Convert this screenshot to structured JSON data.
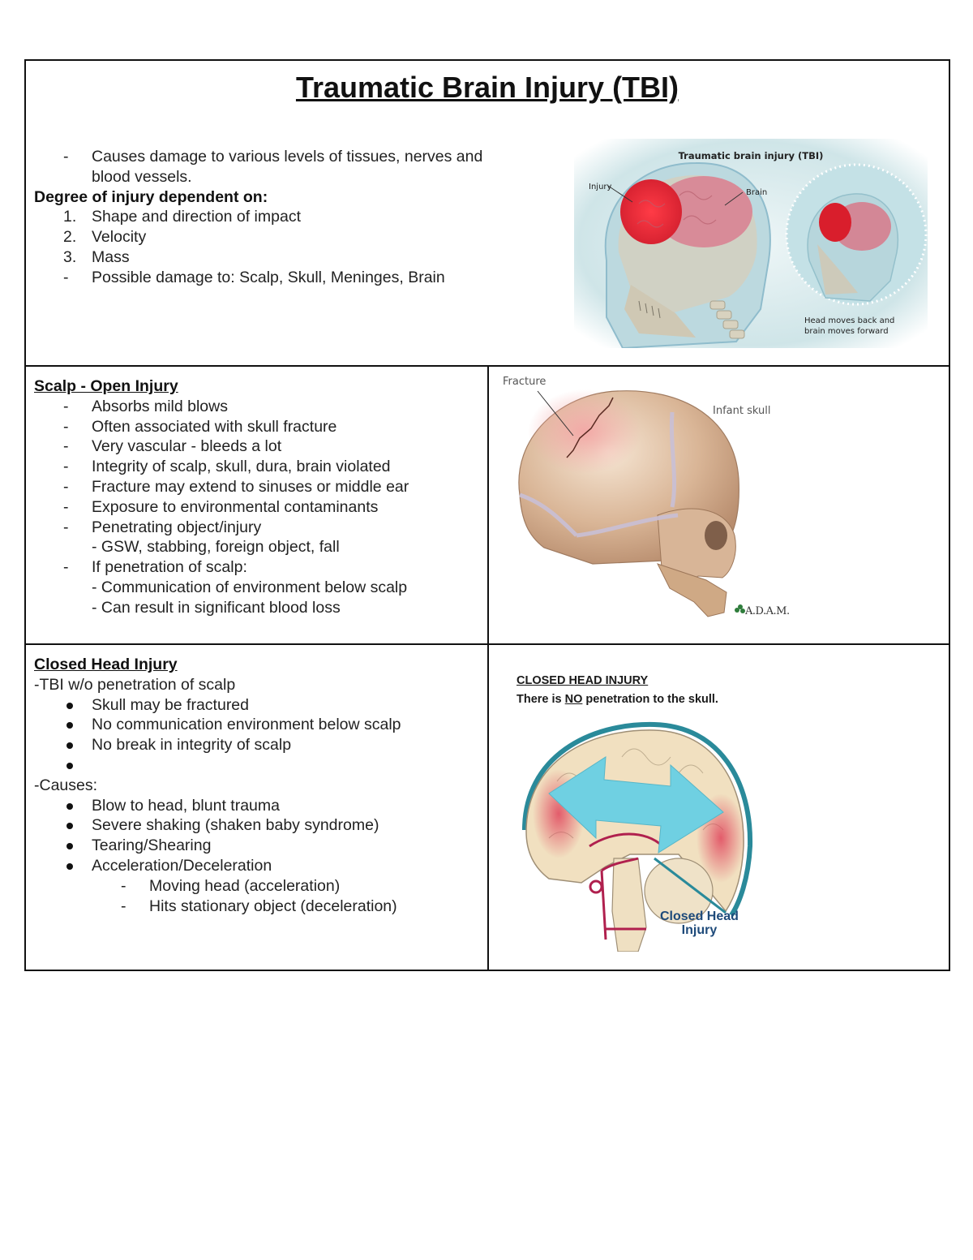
{
  "title": "Traumatic Brain Injury (TBI)",
  "section1": {
    "intro_marker": "-",
    "intro_line1": "Causes damage to various levels of tissues, nerves and",
    "intro_line2": "blood vessels.",
    "degree_label": "Degree of injury dependent on:",
    "numbered": [
      {
        "marker": "1.",
        "text": "Shape and direction of impact"
      },
      {
        "marker": "2.",
        "text": "Velocity"
      },
      {
        "marker": "3.",
        "text": "Mass"
      }
    ],
    "possible_marker": "-",
    "possible_damage": "Possible damage to: Scalp, Skull, Meninges, Brain",
    "figure": {
      "title": "Traumatic brain injury (TBI)",
      "label_injury": "Injury",
      "label_brain": "Brain",
      "caption_line1": "Head moves back and",
      "caption_line2": "brain moves forward"
    }
  },
  "section2": {
    "heading": "Scalp - Open Injury",
    "items": [
      {
        "marker": "-",
        "text": "Absorbs mild blows"
      },
      {
        "marker": "-",
        "text": "Often associated with skull fracture"
      },
      {
        "marker": "-",
        "text": "Very vascular - bleeds a lot"
      },
      {
        "marker": "-",
        "text": "Integrity of scalp, skull, dura, brain violated"
      },
      {
        "marker": "-",
        "text": "Fracture may extend to sinuses or middle ear"
      },
      {
        "marker": "-",
        "text": "Exposure to environmental contaminants"
      },
      {
        "marker": "-",
        "text": "Penetrating object/injury"
      },
      {
        "marker": "",
        "text": "- GSW, stabbing, foreign object, fall"
      },
      {
        "marker": "-",
        "text": "If penetration of scalp:"
      },
      {
        "marker": "",
        "text": "- Communication of environment below scalp"
      },
      {
        "marker": "",
        "text": "- Can result in significant blood loss"
      }
    ],
    "figure": {
      "label_fracture": "Fracture",
      "label_infant_skull": "Infant skull",
      "credit": "A.D.A.M."
    }
  },
  "section3": {
    "heading": "Closed Head Injury",
    "intro": "-TBI w/o penetration of scalp",
    "bullets1": [
      "Skull may be fractured",
      "No communication environment below scalp",
      "No break in integrity of scalp",
      ""
    ],
    "causes_label": "-Causes:",
    "bullets2": [
      "Blow to head, blunt trauma",
      "Severe shaking (shaken baby syndrome)",
      "Tearing/Shearing",
      "Acceleration/Deceleration"
    ],
    "sub_items": [
      {
        "marker": "-",
        "text": "Moving head (acceleration)"
      },
      {
        "marker": "-",
        "text": "Hits stationary object (deceleration)"
      }
    ],
    "figure": {
      "heading": "CLOSED HEAD INJURY",
      "subtitle_pre": "There is ",
      "subtitle_em": "NO",
      "subtitle_post": " penetration to the skull.",
      "label_line1": "Closed Head",
      "label_line2": "Injury"
    }
  },
  "colors": {
    "border": "#111111",
    "text": "#222222",
    "figure_bg": "#dcecef",
    "brain_red": "#e2283a",
    "brain_pink": "#d98a94",
    "skull": "#d8c9a8",
    "arrow_blue": "#6fcfe0",
    "label_navy": "#1e4a7a",
    "adam_green": "#2f7d3c"
  }
}
